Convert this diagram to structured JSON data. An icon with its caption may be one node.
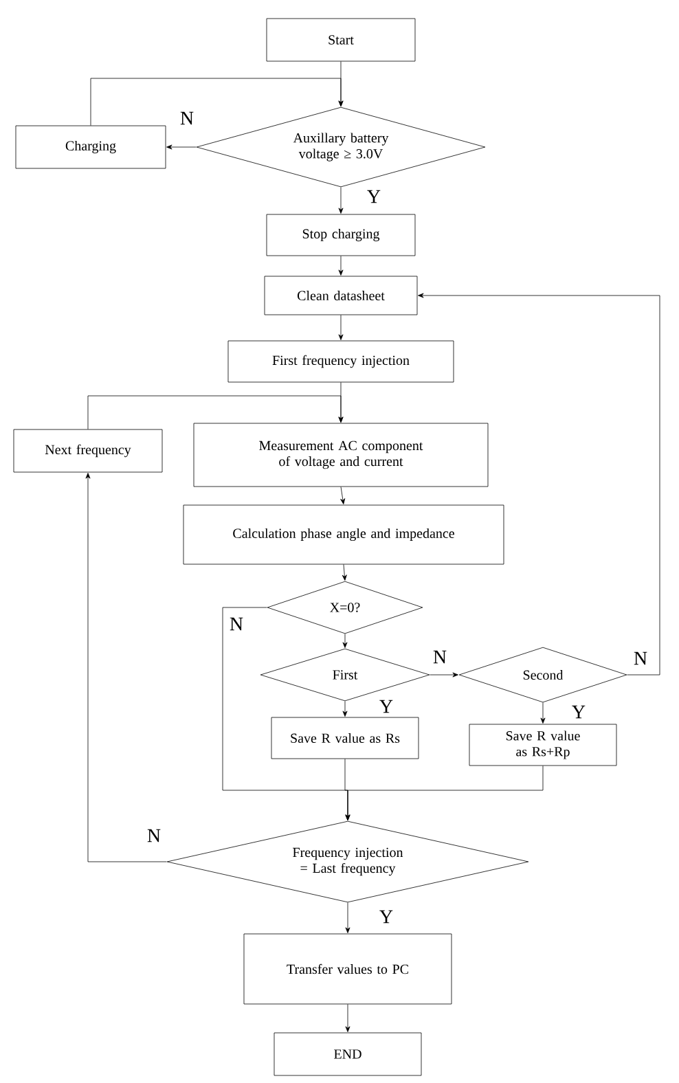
{
  "diagram": {
    "nodes": [
      {
        "text": [
          "Start"
        ]
      },
      {
        "text": [
          "Auxillary battery voltage ≥ 3.0V"
        ]
      },
      {
        "text": [
          "Charging"
        ]
      },
      {
        "text": [
          "Stop charging"
        ]
      },
      {
        "text": [
          "Clean datasheet"
        ]
      },
      {
        "text": [
          "First frequency injection"
        ]
      },
      {
        "text": [
          "Next frequency"
        ]
      },
      {
        "text": [
          "Measurement AC component of voltage and current"
        ]
      },
      {
        "text": [
          "Calculation phase angle and impedance"
        ]
      },
      {
        "text": [
          "X=0?"
        ]
      },
      {
        "text": [
          "First"
        ]
      },
      {
        "text": [
          "Second"
        ]
      },
      {
        "text": [
          "Save R value as Rs"
        ]
      },
      {
        "text": [
          "Save R value as Rs+Rp"
        ]
      },
      {
        "text": [
          "Frequency injection = Last frequency"
        ]
      },
      {
        "text": [
          "Transfer values to PC"
        ]
      },
      {
        "text": [
          "END"
        ]
      }
    ],
    "edges": [
      {
        "from": 0,
        "to": 1,
        "arrow": "to"
      },
      {
        "from": 1,
        "to": 2,
        "arrow": "to",
        "label": "N"
      },
      {
        "from": 2,
        "to": 1,
        "arrow": "to"
      },
      {
        "from": 1,
        "to": 3,
        "arrow": "to",
        "label": "Y"
      },
      {
        "from": 3,
        "to": 4,
        "arrow": "to"
      },
      {
        "from": 4,
        "to": 5,
        "arrow": "to"
      },
      {
        "from": 5,
        "to": 7,
        "arrow": "to"
      },
      {
        "from": 6,
        "to": 7,
        "arrow": "to"
      },
      {
        "from": 7,
        "to": 8,
        "arrow": "to"
      },
      {
        "from": 8,
        "to": 9,
        "arrow": "to"
      },
      {
        "from": 9,
        "to": 10,
        "arrow": "to"
      },
      {
        "from": 9,
        "to": 14,
        "arrow": "to",
        "label": "N"
      },
      {
        "from": 10,
        "to": 12,
        "arrow": "to",
        "label": "Y"
      },
      {
        "from": 10,
        "to": 11,
        "arrow": "to",
        "label": "N"
      },
      {
        "from": 11,
        "to": 13,
        "arrow": "to",
        "label": "Y"
      },
      {
        "from": 11,
        "to": 4,
        "arrow": "to",
        "label": "N"
      },
      {
        "from": 12,
        "to": 14,
        "arrow": "to"
      },
      {
        "from": 13,
        "to": 14,
        "arrow": "to"
      },
      {
        "from": 14,
        "to": 6,
        "arrow": "to",
        "label": "N"
      },
      {
        "from": 14,
        "to": 15,
        "arrow": "to",
        "label": "Y"
      },
      {
        "from": 15,
        "to": 16,
        "arrow": "to"
      }
    ]
  }
}
